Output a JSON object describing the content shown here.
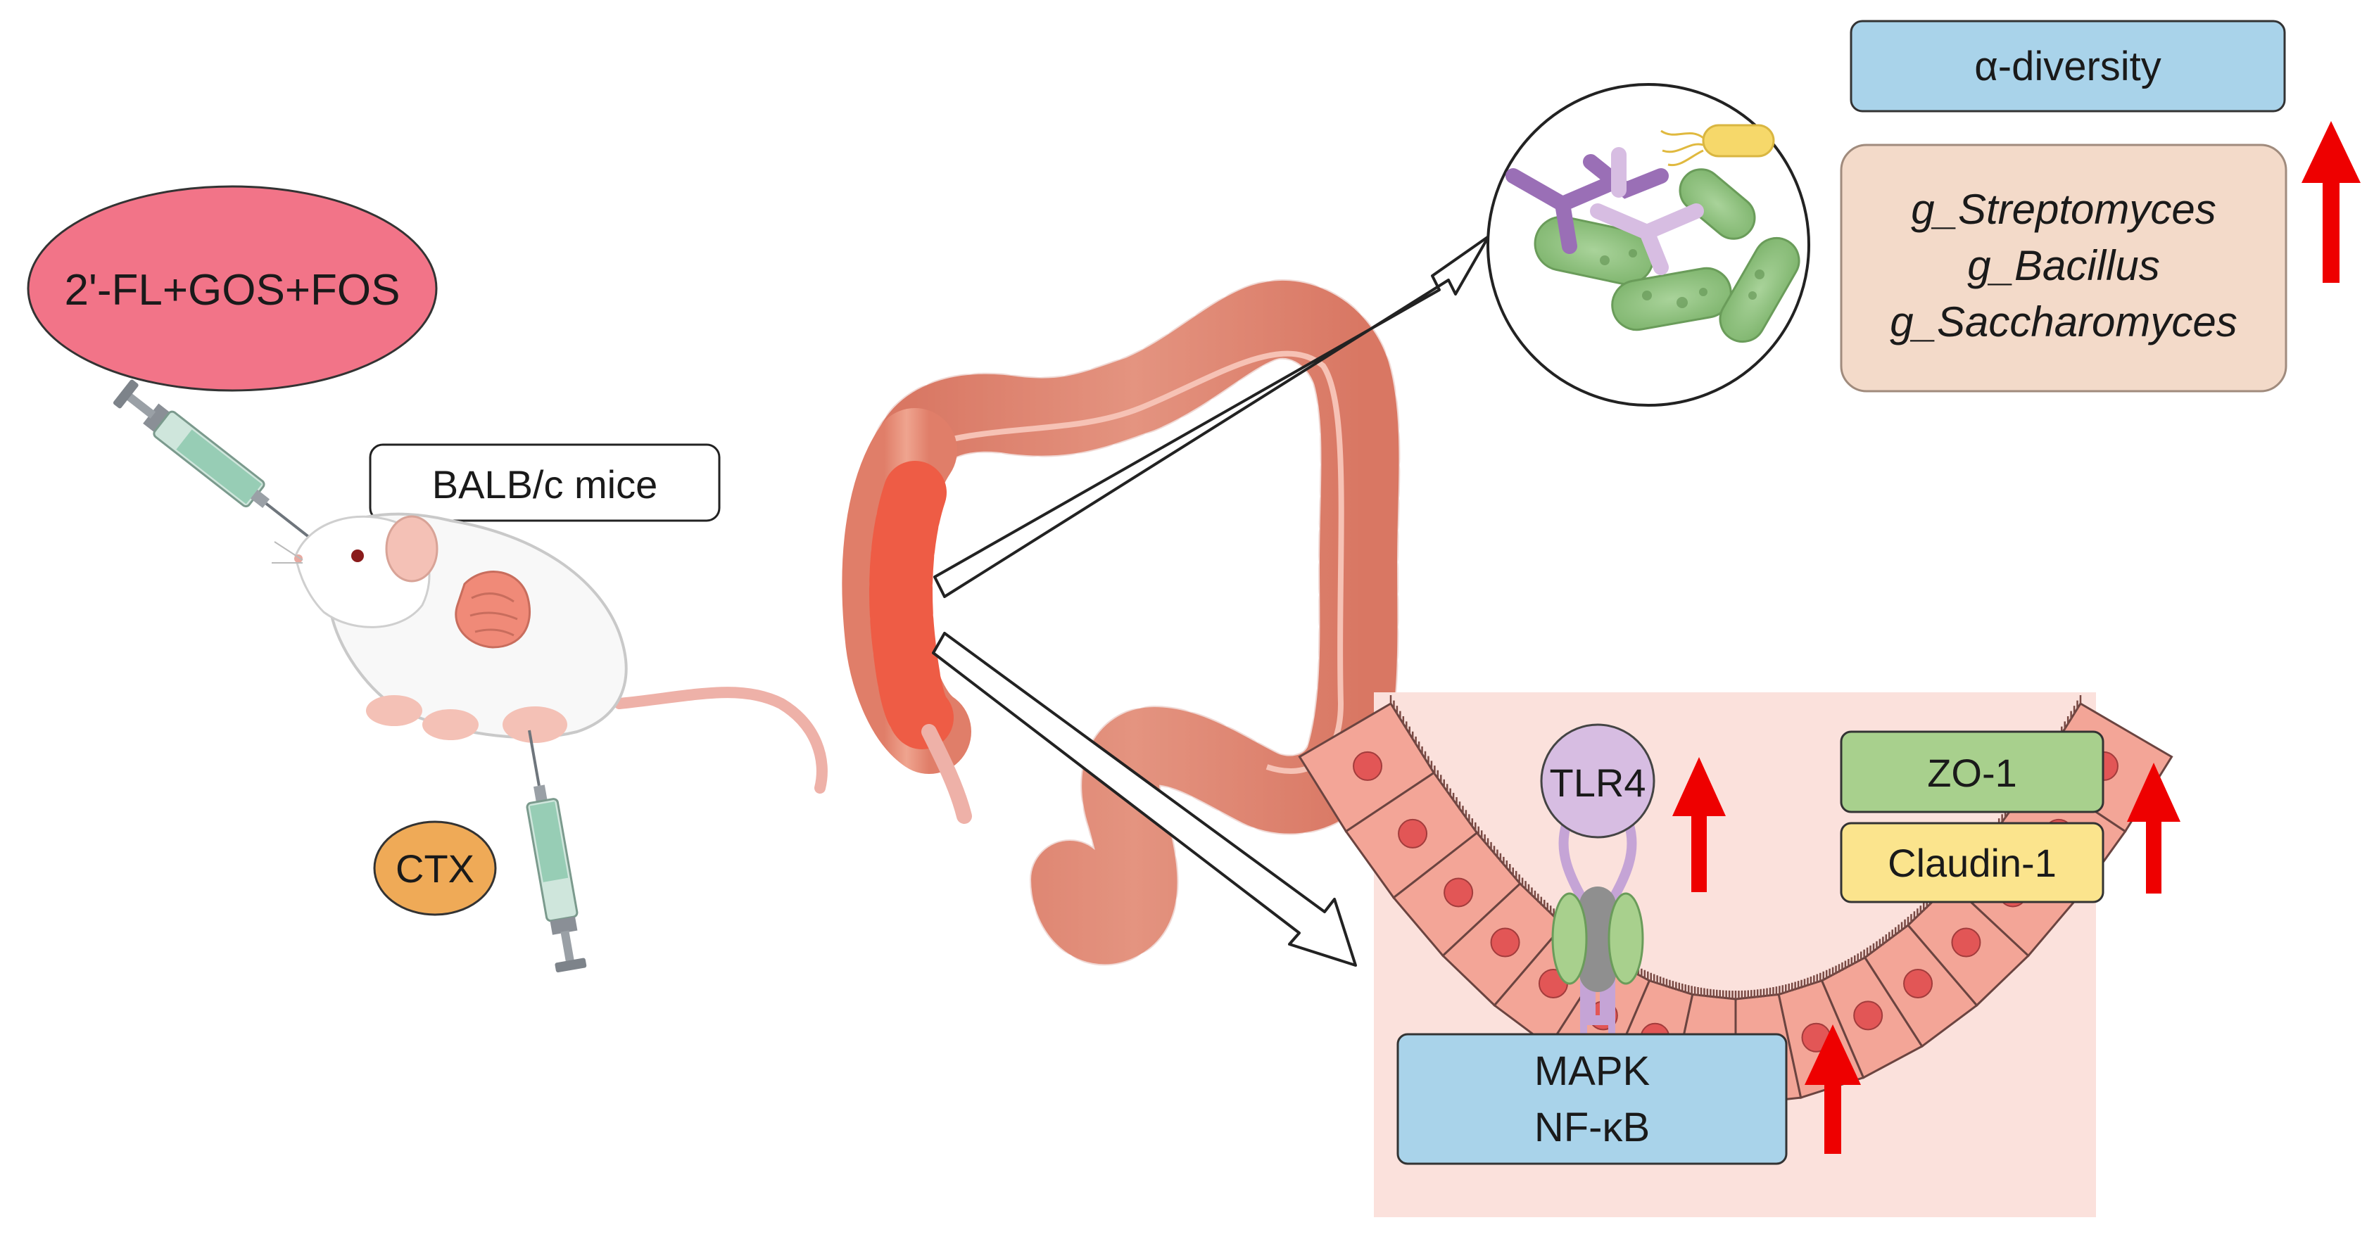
{
  "labels": {
    "compound": "2'-FL+GOS+FOS",
    "mice": "BALB/c mice",
    "ctx": "CTX",
    "alpha_diversity": "α-diversity",
    "genera": [
      "g_Streptomyces",
      "g_Bacillus",
      "g_Saccharomyces"
    ],
    "tlr4": "TLR4",
    "zo1": "ZO-1",
    "claudin": "Claudin-1",
    "mapk": "MAPK",
    "nfkb": "NF-κB"
  },
  "colors": {
    "compound_fill": "#f27488",
    "ctx_fill": "#efaa57",
    "alpha_fill": "#a9d3ea",
    "genera_fill": "#f3dac9",
    "zo1_fill": "#a8d08d",
    "claudin_fill": "#fbe48d",
    "mapk_fill": "#a9d3ea",
    "tlr4_fill": "#d7bde2",
    "up_arrow": "#ee0000",
    "cell_fill": "#f3a597",
    "nucleus": "#e25656",
    "tissue_bg": "#fbe1dc",
    "gut_fill": "#e8937f"
  },
  "icons": [
    "syringe-icon",
    "mouse-icon",
    "colon-icon",
    "bacteria-icon",
    "epithelium-icon",
    "receptor-icon",
    "up-arrow-icon"
  ]
}
